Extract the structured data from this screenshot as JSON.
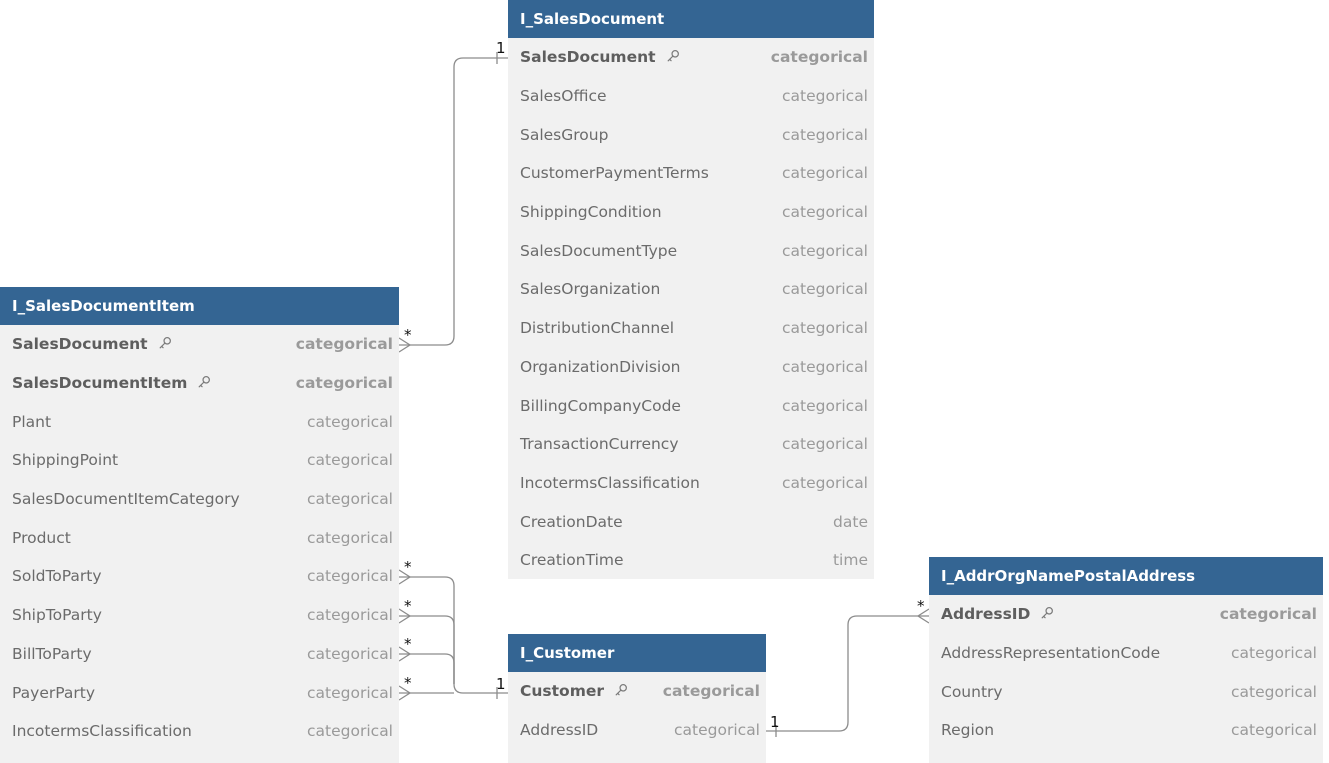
{
  "tables": {
    "sales_document": {
      "title": "I_SalesDocument",
      "rows": [
        {
          "name": "SalesDocument",
          "type": "categorical",
          "key": true
        },
        {
          "name": "SalesOffice",
          "type": "categorical"
        },
        {
          "name": "SalesGroup",
          "type": "categorical"
        },
        {
          "name": "CustomerPaymentTerms",
          "type": "categorical"
        },
        {
          "name": "ShippingCondition",
          "type": "categorical"
        },
        {
          "name": "SalesDocumentType",
          "type": "categorical"
        },
        {
          "name": "SalesOrganization",
          "type": "categorical"
        },
        {
          "name": "DistributionChannel",
          "type": "categorical"
        },
        {
          "name": "OrganizationDivision",
          "type": "categorical"
        },
        {
          "name": "BillingCompanyCode",
          "type": "categorical"
        },
        {
          "name": "TransactionCurrency",
          "type": "categorical"
        },
        {
          "name": "IncotermsClassification",
          "type": "categorical"
        },
        {
          "name": "CreationDate",
          "type": "date"
        },
        {
          "name": "CreationTime",
          "type": "time"
        }
      ]
    },
    "sales_document_item": {
      "title": "I_SalesDocumentItem",
      "rows": [
        {
          "name": "SalesDocument",
          "type": "categorical",
          "key": true
        },
        {
          "name": "SalesDocumentItem",
          "type": "categorical",
          "key": true
        },
        {
          "name": "Plant",
          "type": "categorical"
        },
        {
          "name": "ShippingPoint",
          "type": "categorical"
        },
        {
          "name": "SalesDocumentItemCategory",
          "type": "categorical"
        },
        {
          "name": "Product",
          "type": "categorical"
        },
        {
          "name": "SoldToParty",
          "type": "categorical"
        },
        {
          "name": "ShipToParty",
          "type": "categorical"
        },
        {
          "name": "BillToParty",
          "type": "categorical"
        },
        {
          "name": "PayerParty",
          "type": "categorical"
        },
        {
          "name": "IncotermsClassification",
          "type": "categorical"
        }
      ]
    },
    "customer": {
      "title": "I_Customer",
      "rows": [
        {
          "name": "Customer",
          "type": "categorical",
          "key": true
        },
        {
          "name": "AddressID",
          "type": "categorical"
        }
      ]
    },
    "address": {
      "title": "I_AddrOrgNamePostalAddress",
      "rows": [
        {
          "name": "AddressID",
          "type": "categorical",
          "key": true
        },
        {
          "name": "AddressRepresentationCode",
          "type": "categorical"
        },
        {
          "name": "Country",
          "type": "categorical"
        },
        {
          "name": "Region",
          "type": "categorical"
        }
      ]
    }
  },
  "relationships": [
    {
      "from": "I_SalesDocumentItem.SalesDocument",
      "from_card": "*",
      "to": "I_SalesDocument.SalesDocument",
      "to_card": "1"
    },
    {
      "from": "I_SalesDocumentItem.SoldToParty",
      "from_card": "*",
      "to": "I_Customer.Customer",
      "to_card": "1"
    },
    {
      "from": "I_SalesDocumentItem.ShipToParty",
      "from_card": "*",
      "to": "I_Customer.Customer",
      "to_card": "1"
    },
    {
      "from": "I_SalesDocumentItem.BillToParty",
      "from_card": "*",
      "to": "I_Customer.Customer",
      "to_card": "1"
    },
    {
      "from": "I_SalesDocumentItem.PayerParty",
      "from_card": "*",
      "to": "I_Customer.Customer",
      "to_card": "1"
    },
    {
      "from": "I_Customer.AddressID",
      "from_card": "1",
      "to": "I_AddrOrgNamePostalAddress.AddressID",
      "to_card": "*"
    }
  ],
  "colors": {
    "header": "#346593",
    "body": "#f1f1f1",
    "line": "#8c8c8c"
  },
  "icons": {
    "key": "key-icon"
  }
}
